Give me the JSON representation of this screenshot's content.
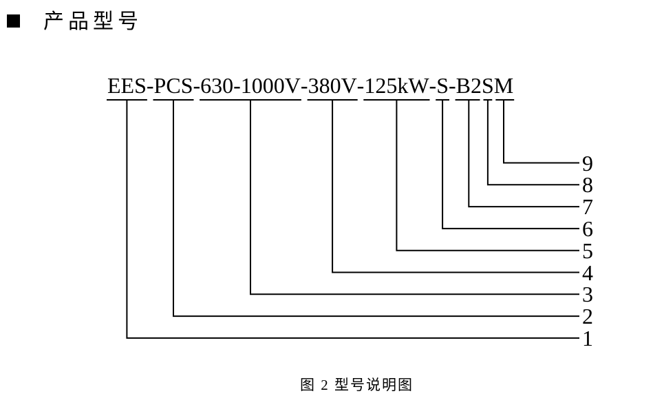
{
  "header": {
    "title": "产品型号"
  },
  "model": {
    "full_text": "EES-PCS-630-1000V-380V-125kW-S-B2SM",
    "tokens": [
      {
        "text": "EES",
        "callout": "1"
      },
      {
        "text": "-"
      },
      {
        "text": "PCS",
        "callout": "2"
      },
      {
        "text": "-"
      },
      {
        "text": "630-1000V",
        "callout": "3"
      },
      {
        "text": "-"
      },
      {
        "text": "380V",
        "callout": "4"
      },
      {
        "text": "-"
      },
      {
        "text": "125kW",
        "callout": "5"
      },
      {
        "text": "-"
      },
      {
        "text": "S",
        "callout": "6"
      },
      {
        "text": "-"
      },
      {
        "text": "B2",
        "callout": "7"
      },
      {
        "text": "S",
        "callout": "8"
      },
      {
        "text": "M",
        "callout": "9"
      }
    ]
  },
  "callouts": {
    "numbers": [
      "1",
      "2",
      "3",
      "4",
      "5",
      "6",
      "7",
      "8",
      "9"
    ]
  },
  "caption": {
    "text": "图 2 型号说明图"
  },
  "colors": {
    "ink": "#000000",
    "background": "#ffffff"
  }
}
